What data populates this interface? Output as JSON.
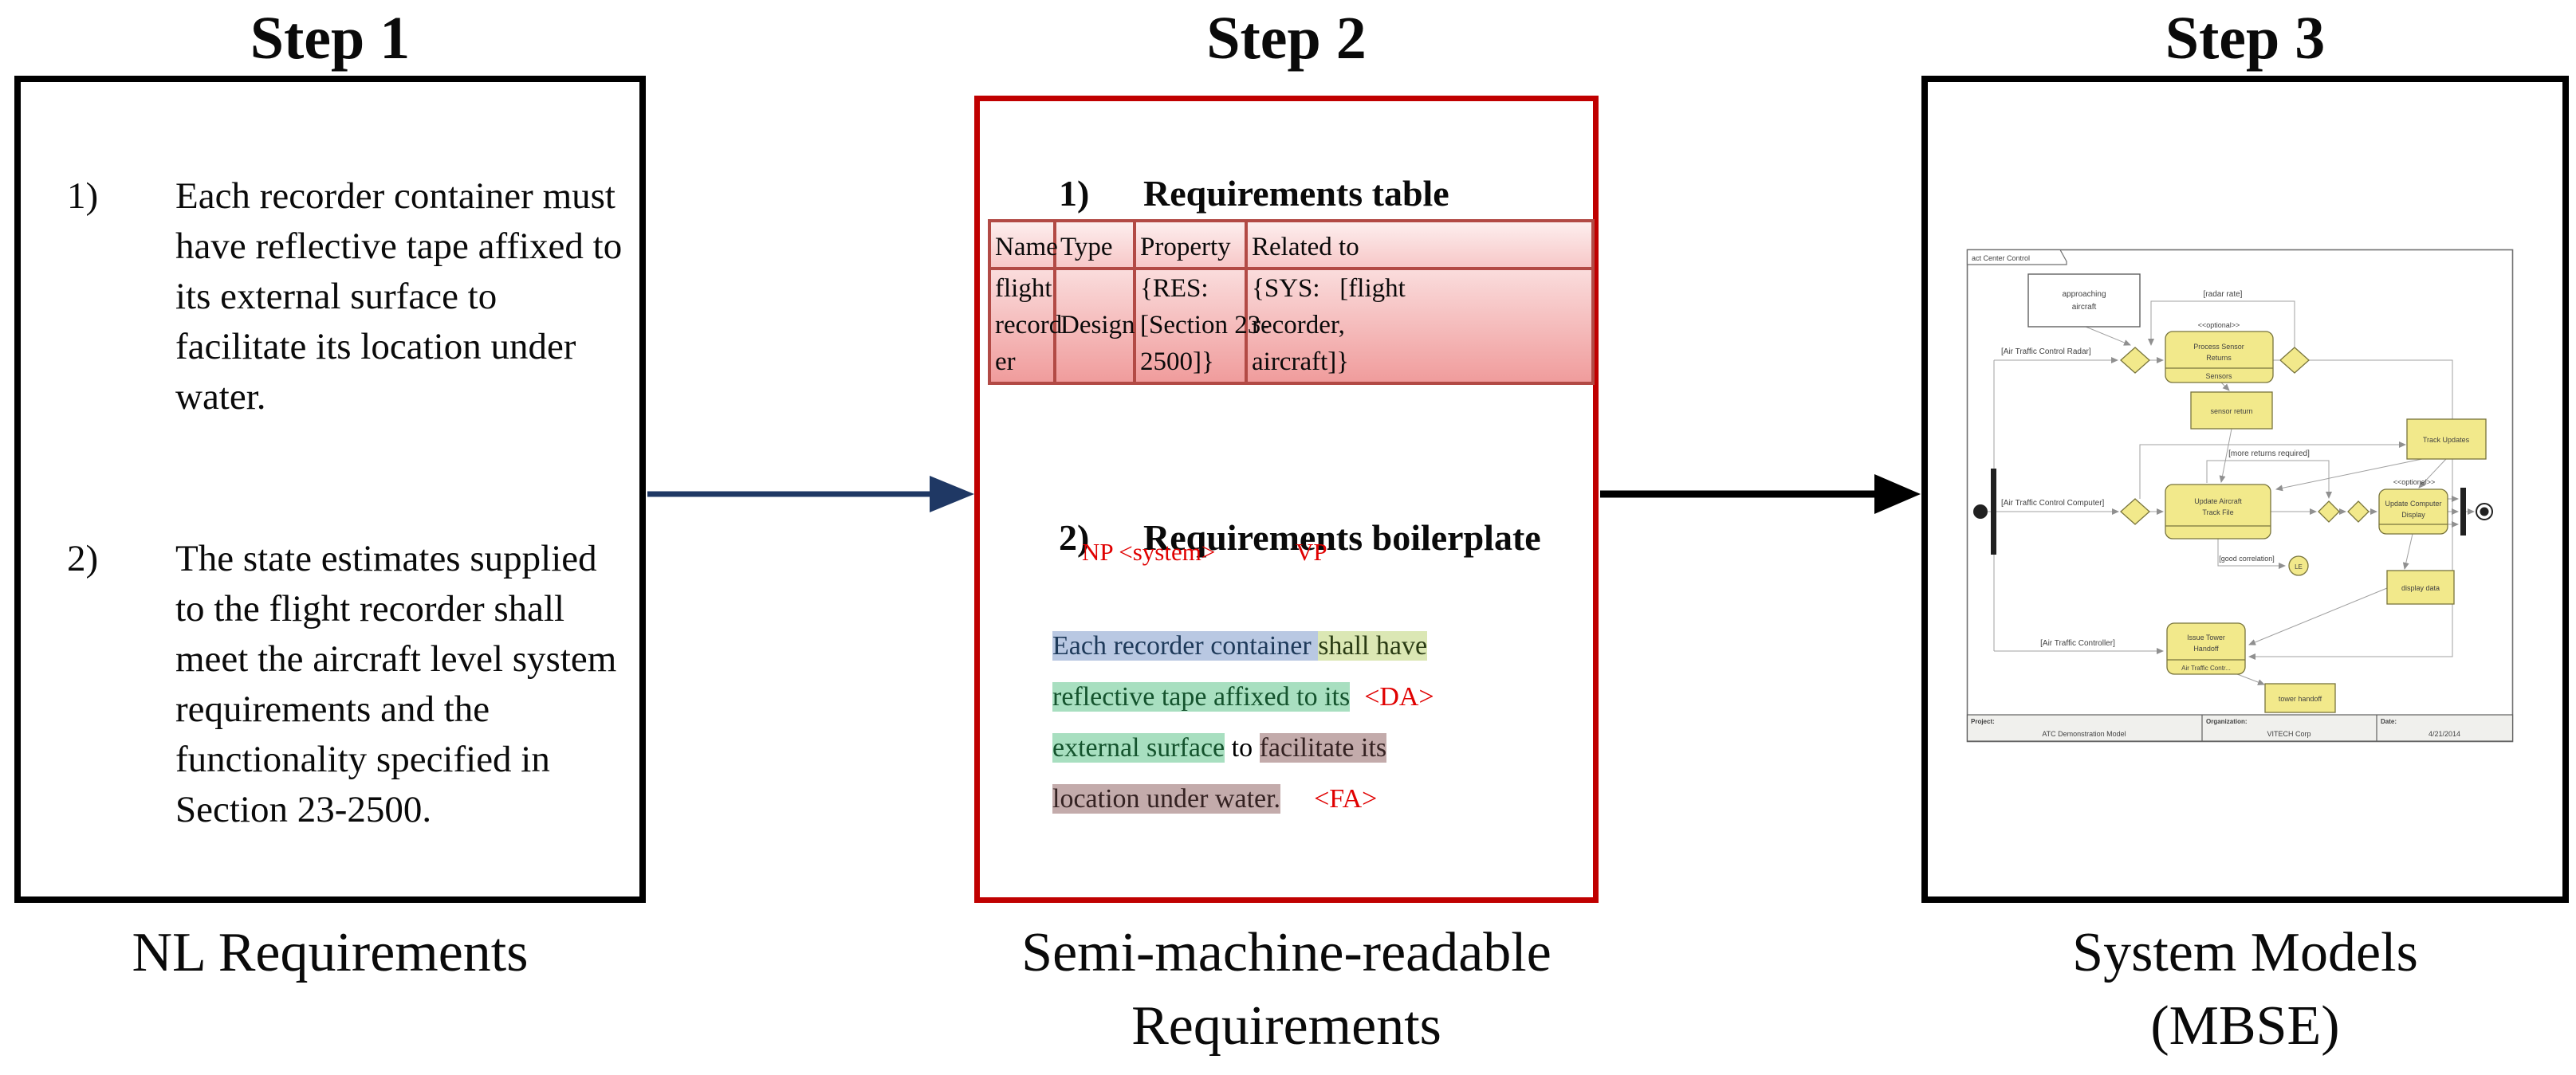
{
  "titles": {
    "step1": "Step 1",
    "step2": "Step 2",
    "step3": "Step 3"
  },
  "panel1": {
    "caption": "NL Requirements",
    "items": [
      {
        "num": "1)",
        "text": "Each recorder container must\nhave reflective tape affixed to\nits external surface to\nfacilitate its location under\nwater."
      },
      {
        "num": "2)",
        "text": "The state estimates supplied\nto the flight recorder shall\nmeet the aircraft level system\nrequirements and the\nfunctionality specified in\nSection 23-2500."
      }
    ]
  },
  "panel2": {
    "caption": "Semi-machine-readable\nRequirements",
    "heading1_num": "1)",
    "heading1": "Requirements table",
    "heading2_num": "2)",
    "heading2": "Requirements boilerplate",
    "table": {
      "headers": [
        "Name",
        "Type",
        "Property",
        "Related to"
      ],
      "row": [
        "flight\nrecord\ner",
        "\nDesign",
        "{RES:\n[Section 23-\n2500]}",
        "{SYS:   [flight\nrecorder,\naircraft]}"
      ]
    },
    "boilerplate": {
      "np": "NP <system>",
      "vp": "VP",
      "l1a": "Each recorder container ",
      "l1b": "shall have",
      "l2": "reflective tape affixed to its",
      "l2_tag": "<DA>",
      "l3a": "external surface",
      "l3b": " to ",
      "l3c": "facilitate its",
      "l4": "location under water.",
      "l4_tag": "<FA>"
    },
    "colors": {
      "accent_border": "#c00000",
      "highlight_blue": "#b9c8e2",
      "highlight_green": "#a8dfc0",
      "highlight_vp": "#dbe7b4",
      "highlight_mauve": "#c3abab",
      "tag_red": "#e00000"
    }
  },
  "panel3": {
    "caption": "System Models\n(MBSE)",
    "diagram": {
      "tab": "act Center Control",
      "approaching1": "approaching",
      "approaching2": "aircraft",
      "radar_rate": "[radar rate]",
      "lane_radar": "[Air Traffic Control Radar]",
      "optional1": "<<optional>>",
      "psr1": "Process Sensor",
      "psr2": "Returns",
      "sensors": "Sensors",
      "sensor_return": "sensor return",
      "track_updates": "Track Updates",
      "more_returns": "[more returns required]",
      "lane_computer": "[Air Traffic Control Computer]",
      "uatf1": "Update Aircraft",
      "uatf2": "Track File",
      "optional2": "<<optional>>",
      "ucd1": "Update Computer",
      "ucd2": "Display",
      "good_correlation": "[good correlation]",
      "le": "LE",
      "display_data": "display data",
      "lane_controller": "[Air Traffic Controller]",
      "ith1": "Issue Tower",
      "ith2": "Handoff",
      "ith3": "Air Traffic Contr...",
      "tower_handoff": "tower handoff",
      "tb_project_label": "Project:",
      "tb_project": "ATC Demonstration Model",
      "tb_org_label": "Organization:",
      "tb_org": "VITECH Corp",
      "tb_date_label": "Date:",
      "tb_date": "4/21/2014"
    }
  }
}
